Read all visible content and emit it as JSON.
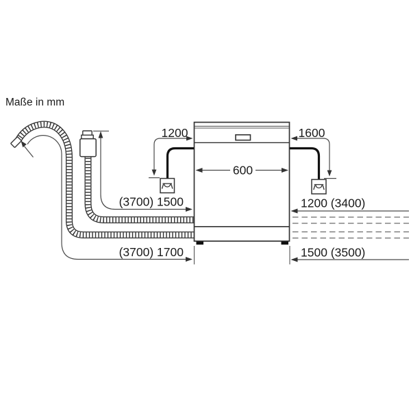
{
  "title": "Maße in mm",
  "dimensions": {
    "socket_left": "1200",
    "socket_right": "1600",
    "width": "600",
    "supply_hose": "(3700) 1500",
    "reach_upper_right": "1200 (3400)",
    "drain_hose": "(3700) 1700",
    "reach_lower_right": "1500 (3500)"
  },
  "colors": {
    "outline": "#333333",
    "dimension_line": "#4a4a4a",
    "text": "#1a1a1a",
    "cable": "#111111",
    "background": "#ffffff"
  },
  "icons": {
    "left": "socket-outlet-icon",
    "right": "socket-outlet-icon"
  }
}
